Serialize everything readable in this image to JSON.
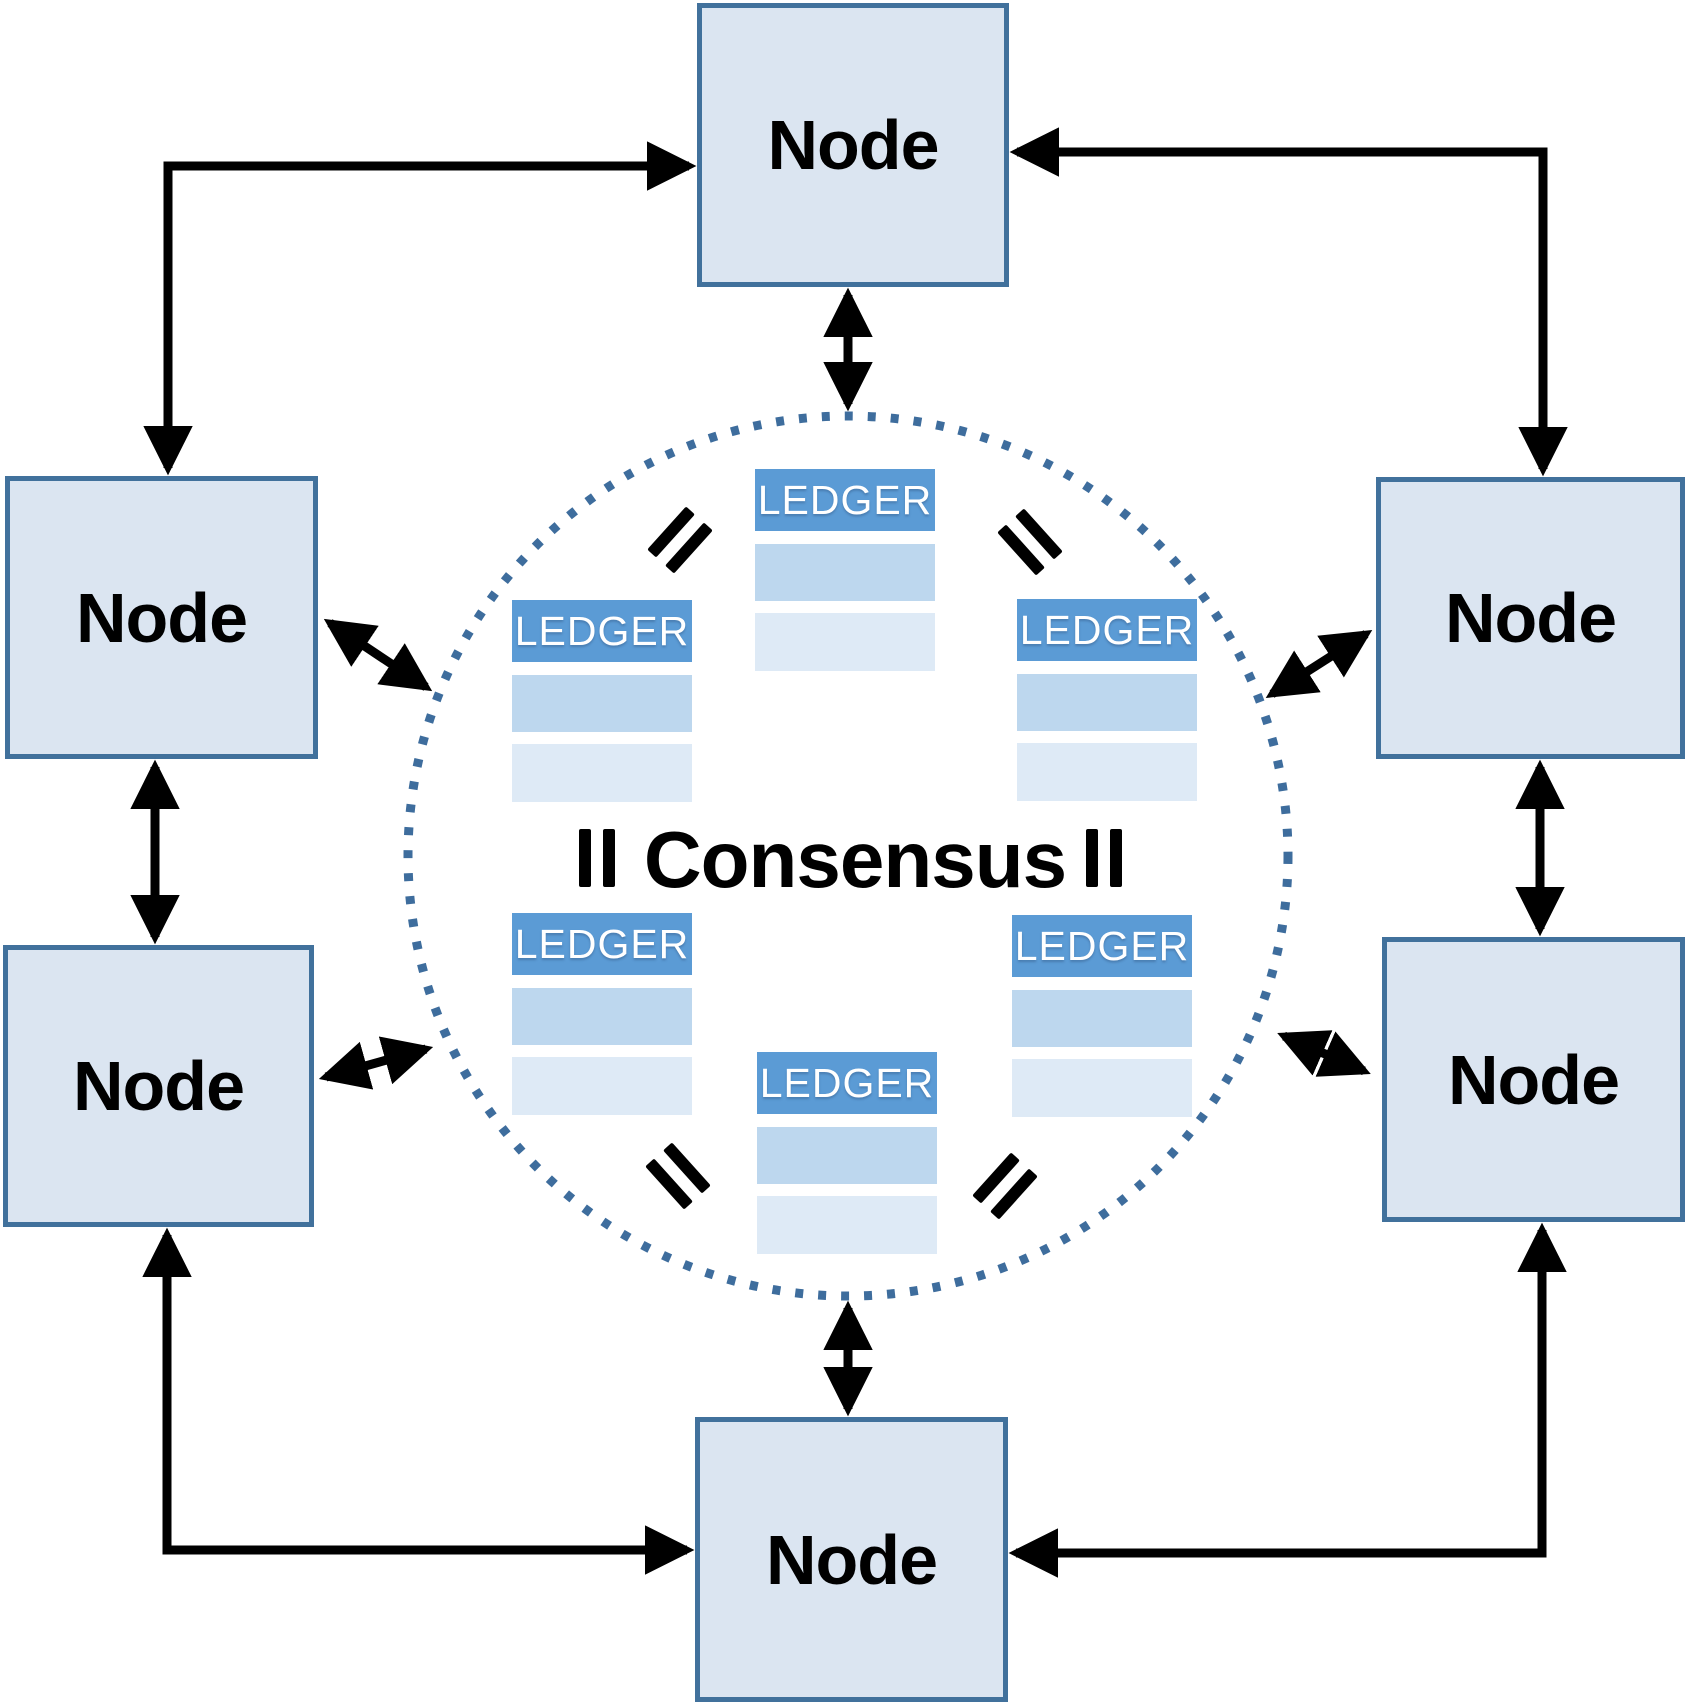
{
  "diagram": {
    "consensus_label": "Consensus",
    "nodes": [
      {
        "id": "top",
        "label": "Node"
      },
      {
        "id": "upper-left",
        "label": "Node"
      },
      {
        "id": "upper-right",
        "label": "Node"
      },
      {
        "id": "lower-left",
        "label": "Node"
      },
      {
        "id": "lower-right",
        "label": "Node"
      },
      {
        "id": "bottom",
        "label": "Node"
      }
    ],
    "ledgers": [
      {
        "id": "top-center",
        "label": "LEDGER",
        "rows": 2
      },
      {
        "id": "upper-left",
        "label": "LEDGER",
        "rows": 2
      },
      {
        "id": "upper-right",
        "label": "LEDGER",
        "rows": 2
      },
      {
        "id": "lower-left",
        "label": "LEDGER",
        "rows": 2
      },
      {
        "id": "lower-right",
        "label": "LEDGER",
        "rows": 2
      },
      {
        "id": "bottom-center",
        "label": "LEDGER",
        "rows": 2
      }
    ],
    "equals_marks_count": 6,
    "connections": [
      "top-node <-> upper-left-node (elbow)",
      "top-node <-> upper-right-node (elbow)",
      "upper-left-node <-> lower-left-node",
      "upper-right-node <-> lower-right-node",
      "lower-left-node <-> bottom-node (elbow)",
      "lower-right-node <-> bottom-node (elbow)",
      "top-node <-> consensus-circle",
      "bottom-node <-> consensus-circle",
      "upper-left-node <-> consensus-circle",
      "lower-left-node <-> consensus-circle",
      "upper-right-node <-> consensus-circle",
      "lower-right-node <-> consensus-circle"
    ]
  },
  "colors": {
    "node_fill": "#dbe5f1",
    "node_border": "#41719c",
    "ledger_header": "#5b9bd5",
    "ledger_row1": "#bdd7ee",
    "ledger_row2": "#deeaf6",
    "circle_dot": "#3e6d9d",
    "arrow": "#000000",
    "text": "#000000",
    "bg": "#ffffff"
  }
}
